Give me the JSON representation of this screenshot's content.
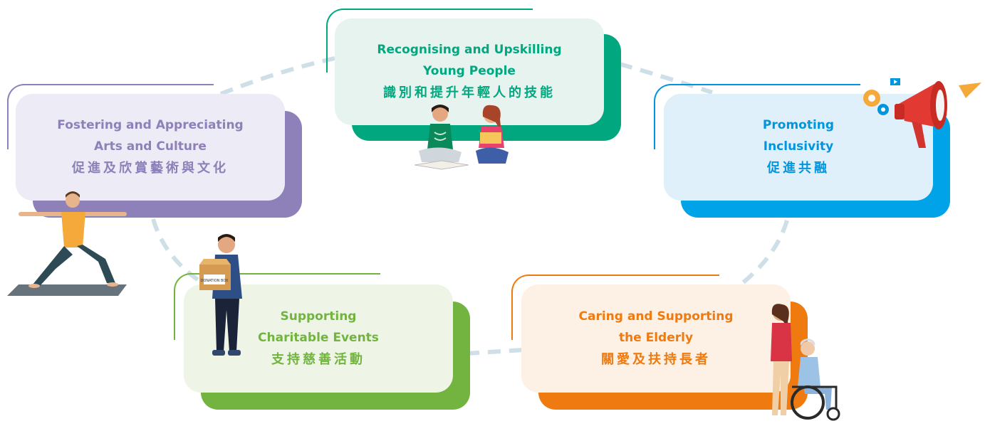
{
  "colors": {
    "connector": "#cfdfe8",
    "arts": {
      "fill": "#ecebf6",
      "shadow": "#8e80b8",
      "text": "#8e80b8",
      "line": "#8e80b8"
    },
    "youth": {
      "fill": "#e6f3ee",
      "shadow": "#00a77f",
      "text": "#00a77f",
      "line": "#00a77f"
    },
    "inclusivity": {
      "fill": "#dff0fb",
      "shadow": "#00a2e8",
      "text": "#0095dc",
      "line": "#0095dc"
    },
    "charity": {
      "fill": "#eef5e6",
      "shadow": "#72b43f",
      "text": "#72b43f",
      "line": "#72b43f"
    },
    "elderly": {
      "fill": "#fdf0e4",
      "shadow": "#ef7a10",
      "text": "#ef7a10",
      "line": "#ef7a10"
    }
  },
  "cards": {
    "arts": {
      "en_line1": "Fostering and Appreciating",
      "en_line2": "Arts and Culture",
      "zh": "促進及欣賞藝術與文化"
    },
    "youth": {
      "en_line1": "Recognising and Upskilling",
      "en_line2": "Young People",
      "zh": "識別和提升年輕人的技能"
    },
    "inclusivity": {
      "en_line1": "Promoting",
      "en_line2": "Inclusivity",
      "zh": "促進共融"
    },
    "charity": {
      "en_line1": "Supporting",
      "en_line2": "Charitable Events",
      "zh": "支持慈善活動"
    },
    "elderly": {
      "en_line1": "Caring and Supporting",
      "en_line2": "the Elderly",
      "zh": "關愛及扶持長者"
    }
  },
  "figures": {
    "donation_box_label": "DONATION BOX"
  }
}
